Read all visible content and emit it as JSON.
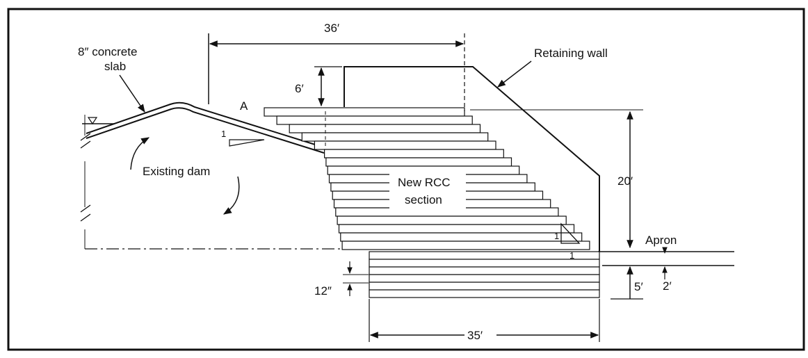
{
  "labels": {
    "concrete_slab_line1": "8″ concrete",
    "concrete_slab_line2": "slab",
    "point_a": "A",
    "existing_dam": "Existing dam",
    "new_rcc_line1": "New RCC",
    "new_rcc_line2": "section",
    "retaining_wall": "Retaining wall",
    "apron": "Apron"
  },
  "dimensions": {
    "top_width": "36′",
    "wall_height": "6′",
    "section_height": "20′",
    "bottom_width": "35′",
    "lift_thickness": "12″",
    "footing_depth": "5′",
    "apron_thickness": "2′"
  },
  "slopes": {
    "upstream_rise": "1",
    "downstream_rise": "1",
    "downstream_run": "1"
  }
}
